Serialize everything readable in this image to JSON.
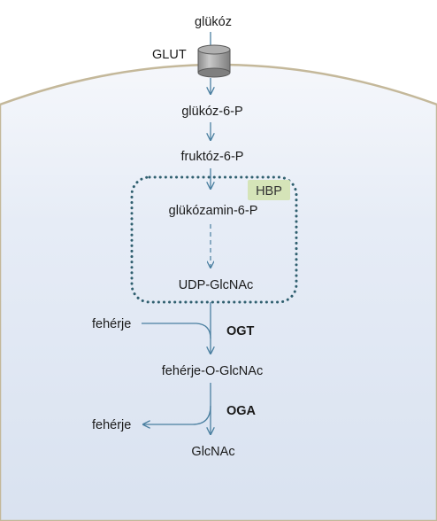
{
  "labels": {
    "glucose": "glükóz",
    "glut": "GLUT",
    "glucose6p": "glükóz-6-P",
    "fructose6p": "fruktóz-6-P",
    "hbp": "HBP",
    "glucosamine6p": "glükózamin-6-P",
    "udpglcnac": "UDP-GlcNAc",
    "protein_in": "fehérje",
    "ogt": "OGT",
    "protein_oglcnac": "fehérje-O-GlcNAc",
    "protein_out": "fehérje",
    "oga": "OGA",
    "glcnac": "GlcNAc"
  },
  "colors": {
    "cell_fill": "#e3eaf5",
    "cell_border": "#c4b89a",
    "arrow": "#4a7fa0",
    "hbp_box": "#2f5f6f",
    "hbp_badge": "#d5e4b8",
    "transporter": "#9a9a9a"
  }
}
